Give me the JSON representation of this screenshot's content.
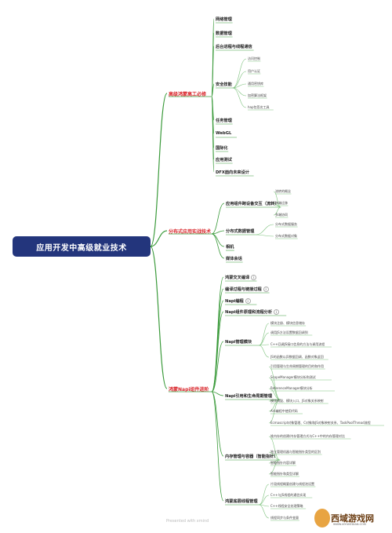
{
  "root": "应用开发中高级就业技术",
  "branches": [
    {
      "label": "高级鸿蒙高工必修",
      "children": [
        {
          "label": "网络管理"
        },
        {
          "label": "数据管理"
        },
        {
          "label": "后台进程与线程通信"
        },
        {
          "label": "安全技能",
          "children": [
            "访问控制",
            "用户认证",
            "通用密钥库",
            "加密算法框架",
            "hap包签名工具"
          ]
        },
        {
          "label": "任务管理"
        },
        {
          "label": "WebGL"
        },
        {
          "label": "国际化"
        },
        {
          "label": "应用测试"
        },
        {
          "label": "DFX面向未来设计"
        }
      ]
    },
    {
      "label": "分布式应用实战技术",
      "children": [
        {
          "label": "应用组件跨设备交互（流转）",
          "children": [
            "流转的概念",
            "跨端迁移",
            "多端协同"
          ]
        },
        {
          "label": "分布式数据管理",
          "children": [
            "分布式数据服务",
            "分布式数据对象"
          ]
        },
        {
          "label": "相机"
        },
        {
          "label": "媒体会话"
        }
      ]
    },
    {
      "label": "鸿蒙Napi组件进阶",
      "children": [
        {
          "label": "鸿蒙交叉编译",
          "info": true
        },
        {
          "label": "编译过程与链接过程",
          "info": true
        },
        {
          "label": "Napi编程",
          "info": true
        },
        {
          "label": "Napi组件原理和流程分析",
          "info": true
        },
        {
          "label": "Napi管理模块",
          "children": [
            "模块注册、模块信息储存",
            "调用JS方法设置数据回调到",
            "C++回调JS接口信息的方法与调用流程",
            "JS的函数以异数据回调、函数对象返回"
          ]
        },
        {
          "label": "Napi引用和生命周期管理",
          "children": [
            "引用管理与生命周期管理的目的和作用",
            "ScopeManager模块分析和测试",
            "ReferenceManager模块分析",
            "模块销毁、模块入口、JS对象关系映射",
            "Ark编程中使用代码",
            "Ecmascript对象管理、C对象和JS对象映射关系、TaskPoolThread流程"
          ]
        },
        {
          "label": "内存管理与容器（智能指针）",
          "children": [
            "堆内存的创建/内存管理方式与C++中的内存管理对比",
            "独立管理机器与智能指针类型的区别",
            "智能指针内容详解",
            "智能指针和类型详解"
          ]
        },
        {
          "label": "鸿蒙底层线程管理",
          "children": [
            "片段线程概要创建与线程池设置",
            "C++与JS线程的通信实现",
            "C++线程安全处理策略",
            "线程同步与条件变量"
          ]
        }
      ]
    }
  ],
  "footer": "Presented with xmind",
  "logo": {
    "text": "西域游戏网",
    "sub": "WWW.XIYUKEDIAN.COM"
  },
  "colors": {
    "root_bg": "#23357c",
    "branch_text": "#d9262b",
    "link": "#3a9a3a",
    "leaf_line": "#7ec27e"
  }
}
